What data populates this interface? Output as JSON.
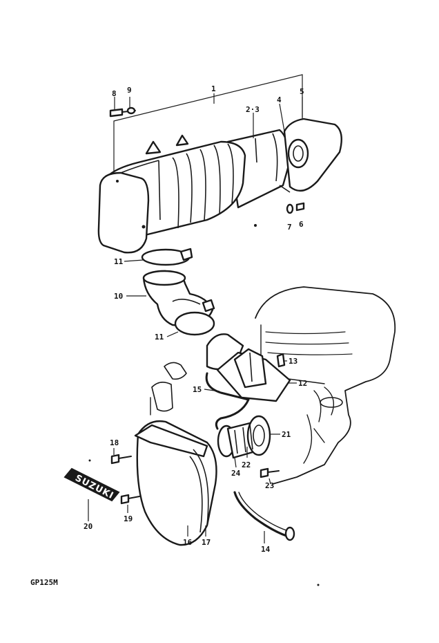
{
  "diagram": {
    "model_code": "GP125M",
    "emblem_text": "SUZUKI",
    "callouts": [
      {
        "id": "c1",
        "text": "1"
      },
      {
        "id": "c23top",
        "text": "2·3"
      },
      {
        "id": "c4",
        "text": "4"
      },
      {
        "id": "c5",
        "text": "5"
      },
      {
        "id": "c6",
        "text": "6"
      },
      {
        "id": "c7",
        "text": "7"
      },
      {
        "id": "c8",
        "text": "8"
      },
      {
        "id": "c9",
        "text": "9"
      },
      {
        "id": "c10",
        "text": "10"
      },
      {
        "id": "c11a",
        "text": "11"
      },
      {
        "id": "c11b",
        "text": "11"
      },
      {
        "id": "c12",
        "text": "12"
      },
      {
        "id": "c13",
        "text": "13"
      },
      {
        "id": "c14",
        "text": "14"
      },
      {
        "id": "c15",
        "text": "15"
      },
      {
        "id": "c16",
        "text": "16"
      },
      {
        "id": "c17",
        "text": "17"
      },
      {
        "id": "c18",
        "text": "18"
      },
      {
        "id": "c19",
        "text": "19"
      },
      {
        "id": "c20",
        "text": "20"
      },
      {
        "id": "c21",
        "text": "21"
      },
      {
        "id": "c22",
        "text": "22"
      },
      {
        "id": "c23",
        "text": "23"
      },
      {
        "id": "c24",
        "text": "24"
      }
    ]
  }
}
